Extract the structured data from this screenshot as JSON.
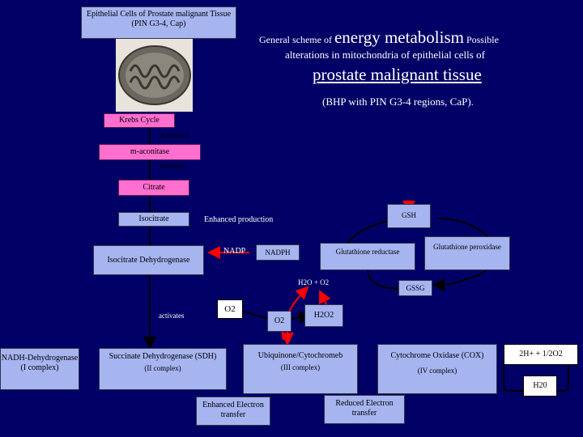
{
  "header": {
    "cell_box": "Epithelial Cells of Prostate malignant Tissue (PIN G3-4, Cap)",
    "title_small_1": "General scheme of",
    "title_big": "energy metabolism",
    "title_small_2": "Possible",
    "title_line2": "alterations in mitochondria of epithelial cells of",
    "title_line3": "prostate malignant tissue",
    "title_line4": "(BHP with PIN G3-4 regions, CaP)."
  },
  "nodes": {
    "krebs": "Krebs Cycle",
    "activation": "activation",
    "aconitase": "m-aconitase",
    "oxidates": "oxidates",
    "citrate": "Citrate",
    "isocitrate": "Isocitrate",
    "enhanced_production": "Enhanced production",
    "gsh": "GSH",
    "nadp": "NADP",
    "nadph": "NADPH",
    "glutathione_reductase": "Glutathione reductase",
    "glutathione_peroxidase": "Glutathione peroxidase",
    "icdh": "Isocitrate Dehydrogenase",
    "h2o_o2": "H2O + O2",
    "gssg": "GSSG",
    "activates": "activates",
    "o2_a": "O2",
    "o2_b": "O2",
    "h2o2": "H2O2",
    "nadh": "NADH-Dehydrogenase (I complex)",
    "sdh_title": "Succinate Dehydrogenase (SDH)",
    "sdh_complex": "(II complex)",
    "ubiq_title": "Ubiquinone/Cytochromeb",
    "ubiq_complex": "(III complex)",
    "cox_title": "Cytochrome Oxidase (COX)",
    "cox_complex": "(IV complex)",
    "h_o2": "2H+ + 1/2O2",
    "h2o": "H20",
    "enhanced_transfer": "Enhanced Electron transfer",
    "reduced_transfer": "Reduced Electron transfer"
  },
  "colors": {
    "background": "#000066",
    "lavender": "#a6b4f0",
    "pink": "#ff6fd0",
    "arrow_red": "#ff0000",
    "line_black": "#000000"
  }
}
